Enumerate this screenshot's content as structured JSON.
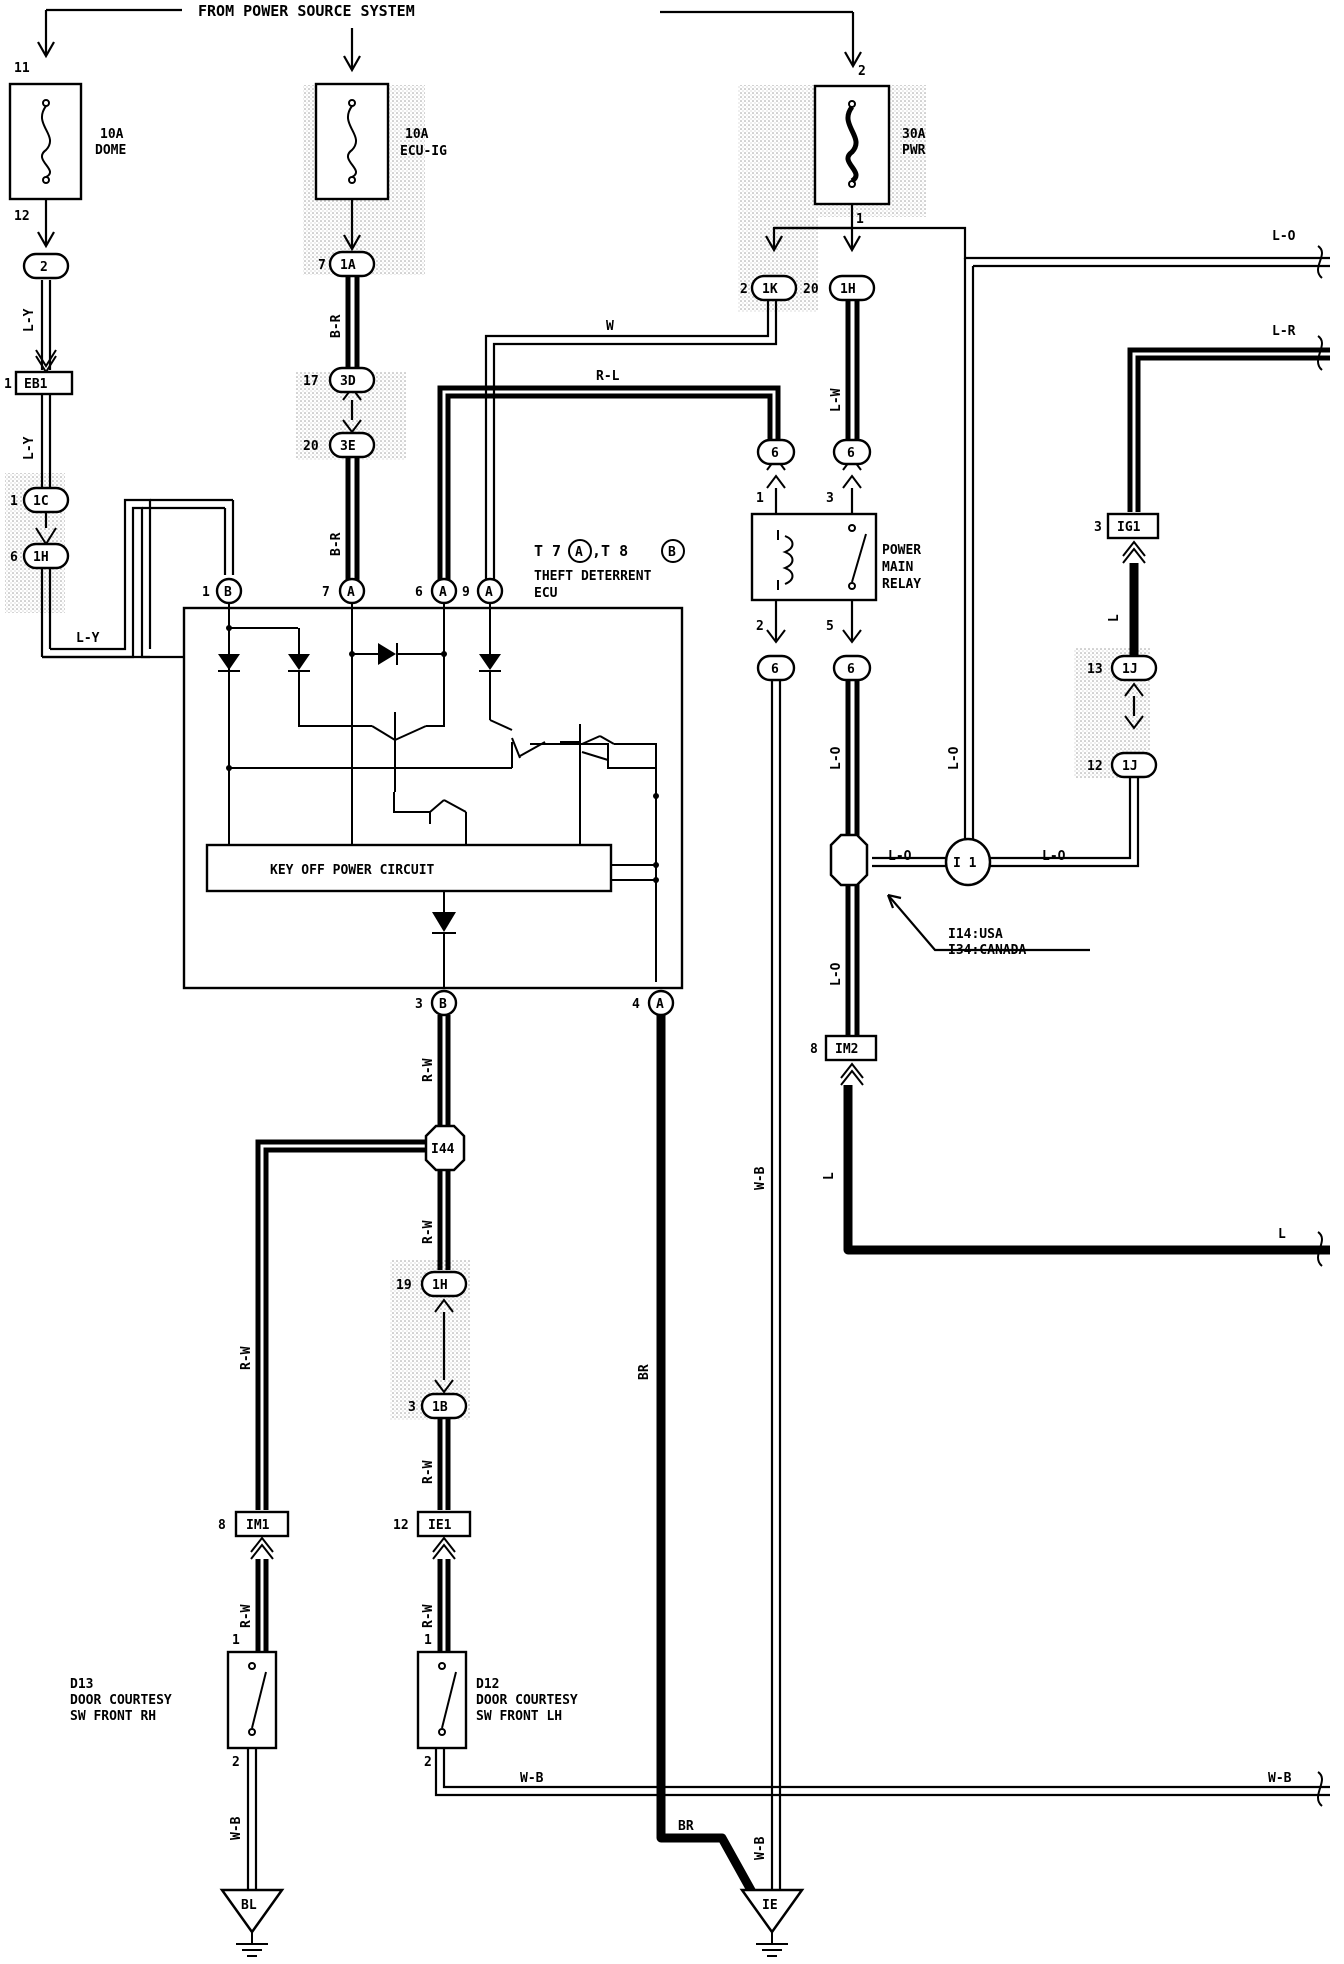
{
  "header": {
    "source_label": "FROM POWER SOURCE SYSTEM"
  },
  "fuses": [
    {
      "id": "fuse-done",
      "amp": "10A",
      "name": "DOME",
      "pin_in": "11",
      "pin_out": "12"
    },
    {
      "id": "fuse-ecu-ig",
      "amp": "10A",
      "name": "ECU-IG"
    },
    {
      "id": "fuse-pwr",
      "amp": "30A",
      "name": "PWR",
      "pin_in": "2",
      "pin_out": "1"
    }
  ],
  "connectors": {
    "c2": {
      "code": "2"
    },
    "eb1": {
      "pin": "1",
      "code": "EB1"
    },
    "c1c": {
      "pin": "1",
      "code": "1C"
    },
    "c1h_a": {
      "pin": "6",
      "code": "1H"
    },
    "c1a": {
      "pin": "7",
      "code": "1A"
    },
    "c3d": {
      "pin": "17",
      "code": "3D"
    },
    "c3e": {
      "pin": "20",
      "code": "3E"
    },
    "c1k": {
      "pin": "2",
      "code": "1K"
    },
    "c1h_b": {
      "pin": "20",
      "code": "1H"
    },
    "r6_a": {
      "pin": "1",
      "code": "6"
    },
    "r6_b": {
      "pin": "3",
      "code": "6"
    },
    "r6_c": {
      "pin": "2",
      "code": "6"
    },
    "r6_d": {
      "pin": "5",
      "code": "6"
    },
    "ig1": {
      "pin": "3",
      "code": "IG1"
    },
    "c1j_a": {
      "pin": "13",
      "code": "1J"
    },
    "c1j_b": {
      "pin": "12",
      "code": "1J"
    },
    "im2": {
      "pin": "8",
      "code": "IM2"
    },
    "c1h_c": {
      "pin": "19",
      "code": "1H"
    },
    "c1b": {
      "pin": "3",
      "code": "1B"
    },
    "im1": {
      "pin": "8",
      "code": "IM1"
    },
    "ie1": {
      "pin": "12",
      "code": "IE1"
    }
  },
  "ecu": {
    "title_line1": "T 7",
    "title_conn_a": "A",
    "title_mid": ",T 8",
    "title_conn_b": "B",
    "title_line2": "THEFT DETERRENT",
    "title_line3": "ECU",
    "circuit_label": "KEY OFF POWER CIRCUIT",
    "pins_top": [
      {
        "pin": "1",
        "conn": "B"
      },
      {
        "pin": "7",
        "conn": "A"
      },
      {
        "pin": "6",
        "conn": "A"
      },
      {
        "pin": "9",
        "conn": "A"
      }
    ],
    "pins_bottom": [
      {
        "pin": "3",
        "conn": "B"
      },
      {
        "pin": "4",
        "conn": "A"
      }
    ]
  },
  "relay": {
    "line1": "POWER",
    "line2": "MAIN",
    "line3": "RELAY"
  },
  "junctions": {
    "i1": "I 1",
    "i44": "I44",
    "note_line1": "I14:USA",
    "note_line2": "I34:CANADA"
  },
  "switches": [
    {
      "id": "d13",
      "code": "D13",
      "line1": "DOOR COURTESY",
      "line2": "SW FRONT RH",
      "pin_top": "1",
      "pin_bottom": "2"
    },
    {
      "id": "d12",
      "code": "D12",
      "line1": "DOOR COURTESY",
      "line2": "SW FRONT LH",
      "pin_top": "1",
      "pin_bottom": "2"
    }
  ],
  "grounds": {
    "bl": "BL",
    "ie": "IE"
  },
  "wire_colors": {
    "ly_1": "L-Y",
    "ly_2": "L-Y",
    "ly_3": "L-Y",
    "br_1": "B-R",
    "br_2": "B-R",
    "w": "W",
    "rl": "R-L",
    "lw": "L-W",
    "lo_out": "L-O",
    "lr_out": "L-R",
    "l_1": "L",
    "l_2": "L",
    "l_out": "L",
    "lo_1": "L-O",
    "lo_2": "L-O",
    "lo_3": "L-O",
    "lo_4": "L-O",
    "lo_5": "L-O",
    "rw_1": "R-W",
    "rw_2": "R-W",
    "rw_3": "R-W",
    "rw_4": "R-W",
    "rw_5": "R-W",
    "rw_6": "R-W",
    "wb_1": "W-B",
    "wb_2": "W-B",
    "wb_3": "W-B",
    "wb_4": "W-B",
    "wb_out": "W-B",
    "br_gnd_1": "BR",
    "br_gnd_2": "BR"
  }
}
